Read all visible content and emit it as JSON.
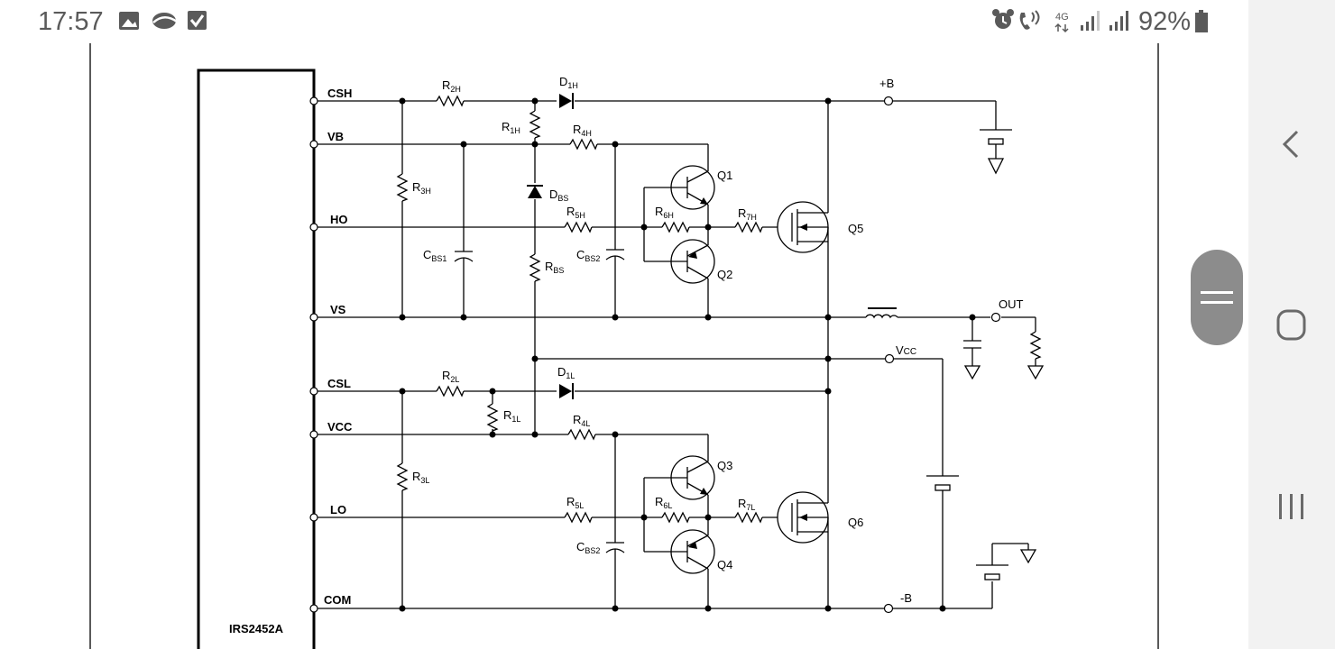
{
  "status_bar": {
    "time": "17:57",
    "battery_percent": "92%",
    "left_icons": [
      "gallery-icon",
      "cloud-icon",
      "checkbox-icon"
    ],
    "right_icons": [
      "alarm-icon",
      "wifi-call-icon",
      "4g-data-icon",
      "signal-icon",
      "signal-icon",
      "battery-icon"
    ],
    "network_label": "4G"
  },
  "nav_bar": {
    "buttons": [
      "back-icon",
      "home-icon",
      "recents-icon"
    ],
    "handle": "drag-handle-icon"
  },
  "schematic": {
    "ic_name": "IRS2452A",
    "pins": [
      "CSH",
      "VB",
      "HO",
      "VS",
      "CSL",
      "VCC",
      "LO",
      "COM"
    ],
    "labels": {
      "r2h": {
        "main": "R",
        "sub": "2H"
      },
      "d1h": {
        "main": "D",
        "sub": "1H"
      },
      "r1h": {
        "main": "R",
        "sub": "1H"
      },
      "r4h": {
        "main": "R",
        "sub": "4H"
      },
      "r3h": {
        "main": "R",
        "sub": "3H"
      },
      "dbs": {
        "main": "D",
        "sub": "BS"
      },
      "r5h": {
        "main": "R",
        "sub": "5H"
      },
      "r6h": {
        "main": "R",
        "sub": "6H"
      },
      "r7h": {
        "main": "R",
        "sub": "7H"
      },
      "cbs1": {
        "main": "C",
        "sub": "BS1"
      },
      "rbs": {
        "main": "R",
        "sub": "BS"
      },
      "cbs2h": {
        "main": "C",
        "sub": "BS2"
      },
      "r2l": {
        "main": "R",
        "sub": "2L"
      },
      "d1l": {
        "main": "D",
        "sub": "1L"
      },
      "r1l": {
        "main": "R",
        "sub": "1L"
      },
      "r4l": {
        "main": "R",
        "sub": "4L"
      },
      "r3l": {
        "main": "R",
        "sub": "3L"
      },
      "r5l": {
        "main": "R",
        "sub": "5L"
      },
      "r6l": {
        "main": "R",
        "sub": "6L"
      },
      "r7l": {
        "main": "R",
        "sub": "7L"
      },
      "cbs2l": {
        "main": "C",
        "sub": "BS2"
      },
      "q1": "Q1",
      "q2": "Q2",
      "q3": "Q3",
      "q4": "Q4",
      "q5": "Q5",
      "q6": "Q6",
      "plus_b": "+B",
      "minus_b": "-B",
      "out": "OUT",
      "vcc_node": {
        "main": "V",
        "sub": "CC"
      }
    }
  }
}
